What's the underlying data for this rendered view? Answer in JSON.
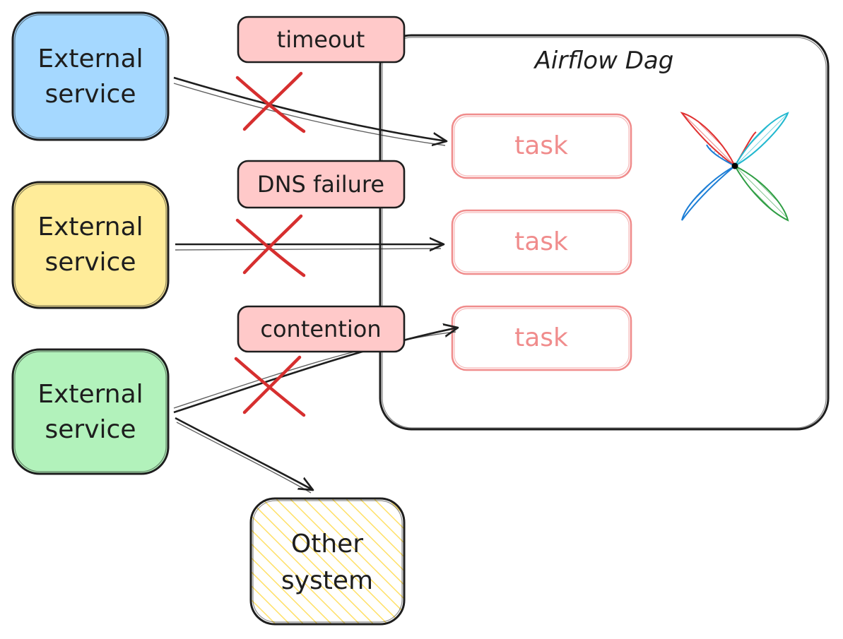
{
  "diagram": {
    "dag_title": "Airflow Dag",
    "services": [
      {
        "line1": "External",
        "line2": "service",
        "fill": "#a5d8ff"
      },
      {
        "line1": "External",
        "line2": "service",
        "fill": "#ffec99"
      },
      {
        "line1": "External",
        "line2": "service",
        "fill": "#b2f2bb"
      }
    ],
    "failures": [
      {
        "label": "timeout"
      },
      {
        "label": "DNS failure"
      },
      {
        "label": "contention"
      }
    ],
    "tasks": [
      {
        "label": "task"
      },
      {
        "label": "task"
      },
      {
        "label": "task"
      }
    ],
    "other_system": {
      "line1": "Other",
      "line2": "system"
    },
    "colors": {
      "stroke": "#1e1e1e",
      "failure_fill": "#ffc9c9",
      "task_stroke": "#f08c8c",
      "cross": "#d62f2f",
      "hatch_yellow": "#ffe066"
    },
    "icons": [
      "airflow-pinwheel-icon",
      "cross-icon"
    ]
  }
}
